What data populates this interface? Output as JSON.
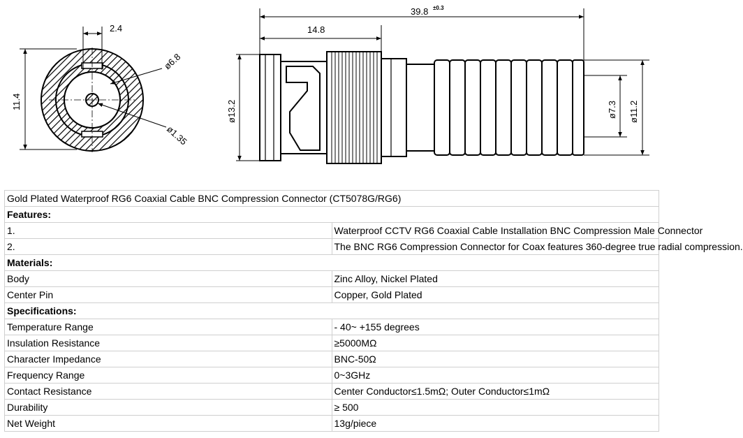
{
  "drawing": {
    "dims": {
      "dia_2_4": "2.4",
      "dia_11_4": "11.4",
      "dia_6_8": "ø6.8",
      "dia_1_35": "ø1.35",
      "len_39_8": "39.8",
      "tol_39_8": "±0.3",
      "len_14_8": "14.8",
      "dia_13_2": "ø13.2",
      "dia_7_3": "ø7.3",
      "dia_11_2": "ø11.2"
    }
  },
  "table": {
    "title": "Gold Plated Waterproof RG6 Coaxial Cable BNC Compression Connector (CT5078G/RG6)",
    "features_heading": "Features:",
    "features": [
      {
        "num": "1.",
        "text": "Waterproof CCTV RG6 Coaxial Cable Installation BNC Compression Male Connector"
      },
      {
        "num": "2.",
        "text": "The BNC RG6 Compression Connector for Coax features 360-degree true radial compression."
      }
    ],
    "materials_heading": "Materials:",
    "materials": [
      {
        "label": "Body",
        "value": "Zinc Alloy, Nickel Plated"
      },
      {
        "label": "Center Pin",
        "value": "Copper, Gold Plated"
      }
    ],
    "specs_heading": "Specifications:",
    "specs": [
      {
        "label": "Temperature Range",
        "value": "- 40~ +155 degrees"
      },
      {
        "label": "Insulation Resistance",
        "value": "≥5000MΩ"
      },
      {
        "label": "Character Impedance",
        "value": "BNC-50Ω"
      },
      {
        "label": "Frequency Range",
        "value": "0~3GHz"
      },
      {
        "label": "Contact Resistance",
        "value": "Center Conductor≤1.5mΩ; Outer Conductor≤1mΩ"
      },
      {
        "label": "Durability",
        "value": "≥ 500"
      },
      {
        "label": "Net Weight",
        "value": "13g/piece"
      }
    ]
  }
}
